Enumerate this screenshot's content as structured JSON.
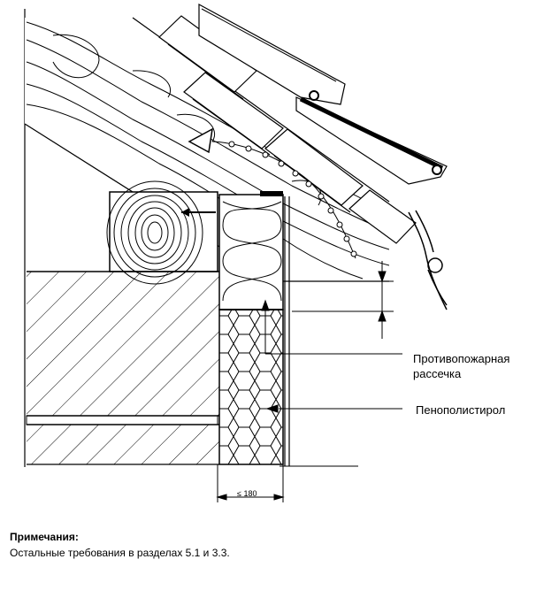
{
  "labels": {
    "fire_break": "Противопожарная рассечка",
    "foam": "Пенополистирол",
    "dimension": "≤ 180"
  },
  "notes": {
    "title": "Примечания:",
    "text": "Остальные требования в разделах 5.1 и 3.3."
  }
}
